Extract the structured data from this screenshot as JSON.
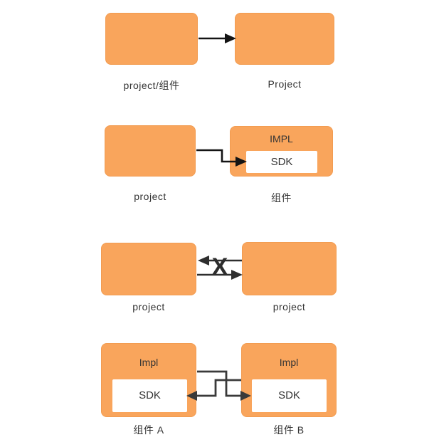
{
  "colors": {
    "background": "#FFFFFF",
    "node_fill": "#F9A55C",
    "node_border": "#F29C51",
    "inner_box_fill": "#FFFFFF",
    "connector_black": "#141414",
    "connector_dark": "#2E2E2E",
    "connector_gray": "#3A3A3A",
    "text": "#333333"
  },
  "rows": [
    {
      "left": {
        "caption": "project/组件"
      },
      "right": {
        "caption": "Project"
      },
      "relation": "arrow-left-to-right"
    },
    {
      "left": {
        "caption": "project"
      },
      "right": {
        "caption": "组件",
        "title": "IMPL",
        "inner": "SDK"
      },
      "relation": "stepped-arrow-to-sdk"
    },
    {
      "left": {
        "caption": "project"
      },
      "right": {
        "caption": "project"
      },
      "cross_mark": "X",
      "relation": "bidirectional-blocked"
    },
    {
      "left": {
        "caption": "组件 A",
        "title": "Impl",
        "inner": "SDK"
      },
      "right": {
        "caption": "组件 B",
        "title": "Impl",
        "inner": "SDK"
      },
      "relation": "crossing-arrows-to-sdk"
    }
  ]
}
